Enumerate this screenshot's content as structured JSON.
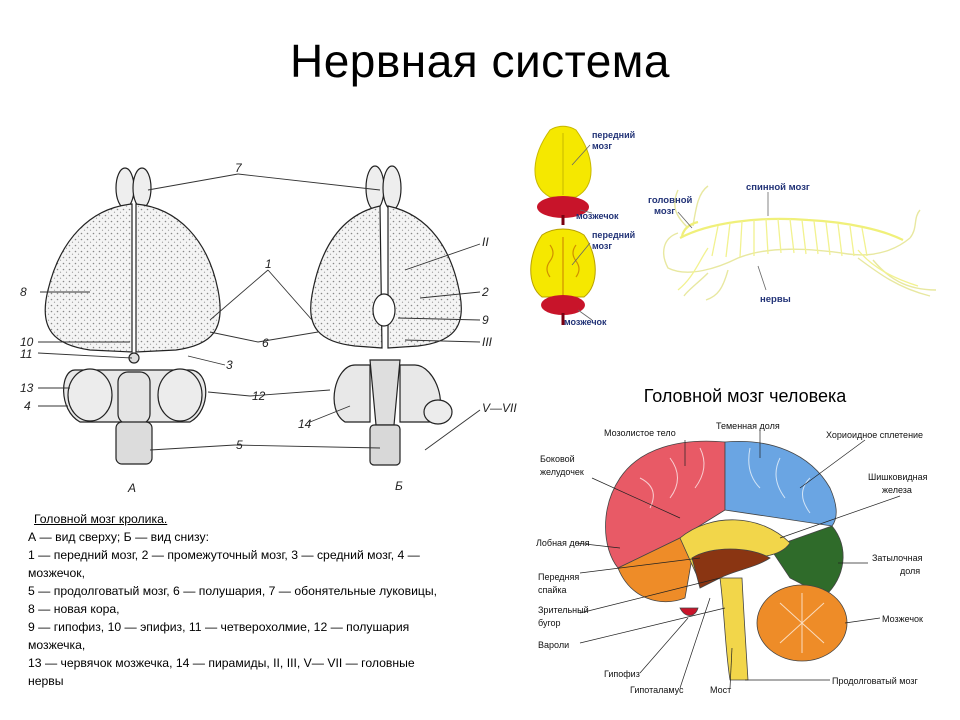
{
  "title": "Нервная система",
  "rabbit_figure": {
    "view_labels": [
      "А",
      "Б"
    ],
    "numbers": [
      "7",
      "1",
      "8",
      "6",
      "10",
      "11",
      "3",
      "13",
      "4",
      "12",
      "5",
      "14",
      "II",
      "2",
      "9",
      "III",
      "V—VII"
    ]
  },
  "caption": {
    "title": "Головной мозг кролика.",
    "lines": [
      "А — вид сверху; Б — вид снизу:",
      "1 — передний   мозг, 2 — промежуточный мозг, 3 — средний мозг, 4 —",
      "мозжечок,",
      "5 — продолговатый мозг, 6 — полушария, 7 — обонятельные луковицы,",
      "8 — новая кора,",
      "9 — гипофиз, 10 — эпифиз, 11 — четверохолмие, 12 — полушария",
      "мозжечка,",
      "13 — червячок мозжечка, 14 — пирамиды, II,  III, V— VII — головные",
      "нервы"
    ]
  },
  "brain_small": {
    "top_fore": [
      "передний",
      "мозг"
    ],
    "top_cereb": "мозжечок",
    "bottom_fore": [
      "передний",
      "мозг"
    ],
    "bottom_cereb": "мозжечок"
  },
  "rabbit_ns": {
    "spinal": "спинной мозг",
    "head": [
      "головной",
      "мозг"
    ],
    "nerves": "нервы"
  },
  "human": {
    "title": "Головной мозг человека",
    "labels": {
      "corpus_callosum": "Мозолистое тело",
      "parietal": "Теменная доля",
      "choroid": "Хориоидное сплетение",
      "lateral_ventricle": [
        "Боковой",
        "желудочек"
      ],
      "pineal": [
        "Шишковидная",
        "железа"
      ],
      "frontal": "Лобная доля",
      "occipital": [
        "Затылочная",
        "доля"
      ],
      "anterior_commissure": [
        "Передняя",
        "спайка"
      ],
      "optic_tubercle": [
        "Зрительный",
        "бугор"
      ],
      "cerebellum": "Мозжечок",
      "pons": "Вароли",
      "pituitary": "Гипофиз",
      "hypothalamus": "Гипоталамус",
      "midbrain": "Мост",
      "medulla": "Продолговатый мозг"
    }
  },
  "colors": {
    "yellow": "#f5e800",
    "red_brain": "#c8142a",
    "human_red": "#e85a66",
    "human_blue": "#6aa5e3",
    "human_green": "#2f6b2a",
    "human_orange": "#ee8c28",
    "human_brown": "#8a3512",
    "human_yellow": "#f2d64a",
    "rabbit_nerve": "#f0f07a"
  }
}
